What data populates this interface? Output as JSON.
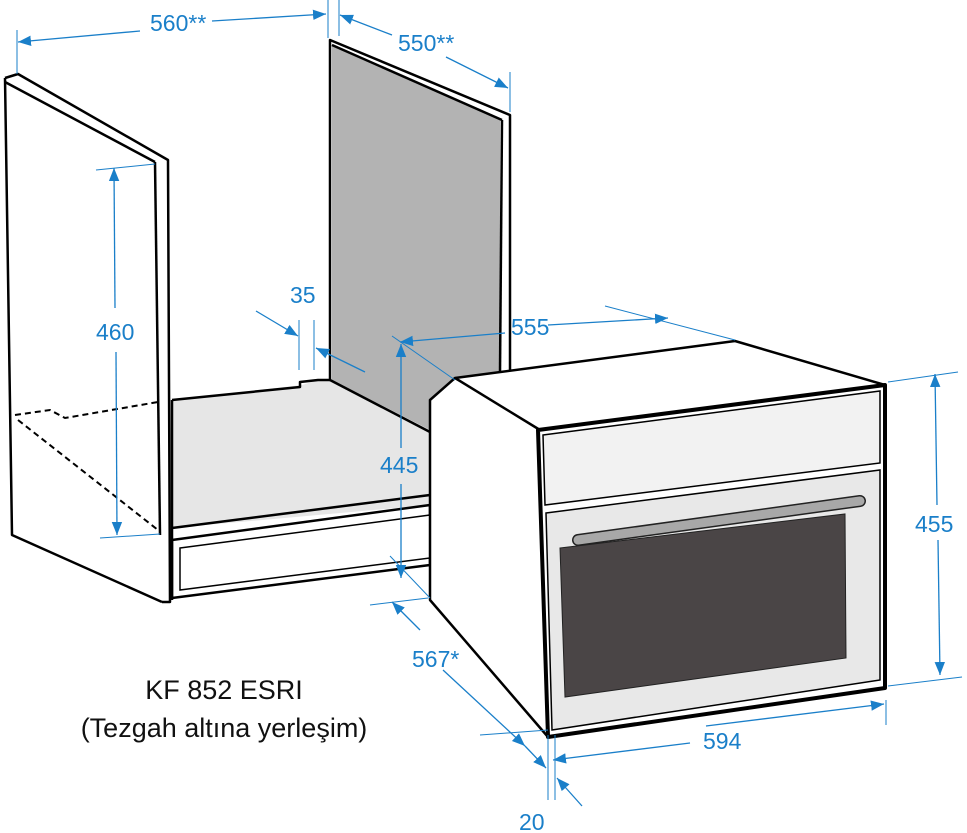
{
  "model": {
    "title": "KF 852 ESRI",
    "subtitle": "(Tezgah altına yerleşim)"
  },
  "dimensions": {
    "cabinet_width": "560**",
    "cabinet_depth": "550**",
    "cabinet_height": "460",
    "back_gap": "35",
    "oven_depth_top": "555",
    "oven_body_height": "445",
    "oven_front_height": "455",
    "oven_depth": "567*",
    "oven_front_width": "594",
    "front_thickness": "20"
  },
  "colors": {
    "dimension": "#1a7fc9",
    "panel_gray": "#b3b3b3",
    "floor_gray": "#e6e6e6",
    "window": "#4a4546"
  }
}
